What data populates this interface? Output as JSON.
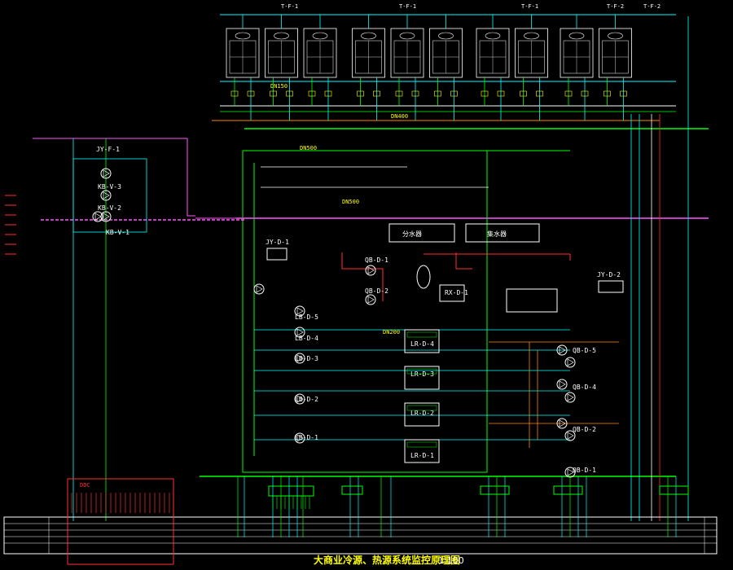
{
  "drawing": {
    "title": "大商业冷源、热源系统监控原理图",
    "scale": "1:100"
  },
  "colors": {
    "background": "#000000",
    "chilled_water": "#00ff00",
    "cooling_water": "#00ffff",
    "make_up": "#ff55ff",
    "drain": "#ff8800",
    "frame": "#ffffff",
    "control_wire": "#ff3030",
    "label": "#ffff00"
  },
  "cooling_towers": {
    "group_labels": [
      "T-F-1",
      "T-F-1",
      "T-F-1",
      "T-F-2",
      "T-F-2"
    ],
    "count": 10
  },
  "pipes": {
    "tower_branch": "DN150",
    "tower_header": "DN400",
    "main_header": "DN500",
    "chiller_header": "DN200"
  },
  "chillers": [
    {
      "tag": "LR-D-4"
    },
    {
      "tag": "LR-D-3"
    },
    {
      "tag": "LR-D-2"
    },
    {
      "tag": "LR-D-1"
    }
  ],
  "chilled_pumps": [
    {
      "tag": "LB-D-5"
    },
    {
      "tag": "LB-D-4"
    },
    {
      "tag": "LB-D-3"
    },
    {
      "tag": "LB-D-2"
    },
    {
      "tag": "LB-D-1"
    }
  ],
  "cooling_pumps": [
    {
      "tag": "QB-D-5"
    },
    {
      "tag": "QB-D-4"
    },
    {
      "tag": "QB-D-2"
    },
    {
      "tag": "QB-D-1"
    }
  ],
  "other_equipment": {
    "left_unit": "JY-F-1",
    "left_pump_a": "KB-V-3",
    "left_pump_b": "KB-V-2",
    "left_pump_c": "KB-V-1",
    "dosing": "JY-D-1",
    "make_up_pump_a": "QB-D-1",
    "make_up_pump_b": "QB-D-2",
    "filter": "RX-D-1",
    "right_unit": "JY-D-2",
    "left_panel": "DDC",
    "distributor": "分水器",
    "collector": "集水器"
  }
}
